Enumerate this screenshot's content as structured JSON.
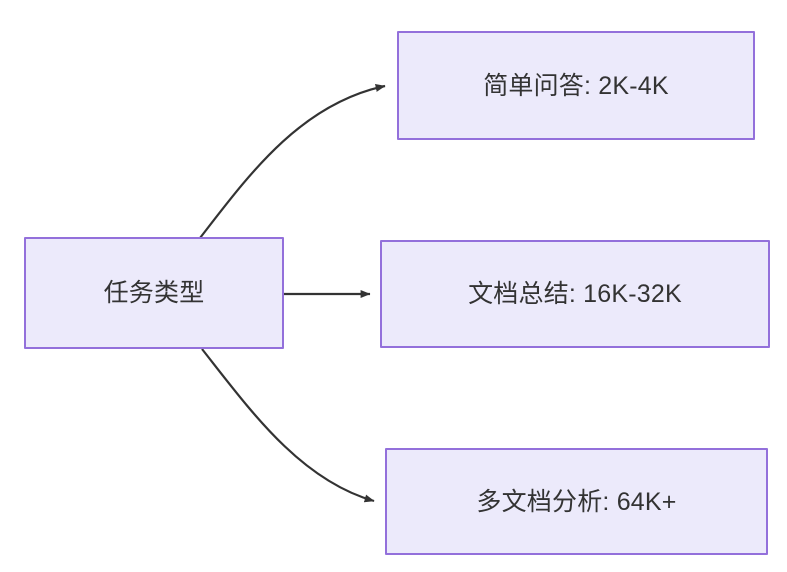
{
  "diagram": {
    "type": "flowchart",
    "direction": "left-to-right",
    "background_color": "#FFFFFF",
    "node_fill_color": "#ECEAFB",
    "node_border_color": "#9370DB",
    "text_color": "#333333",
    "edge_color": "#333333",
    "nodes": [
      {
        "id": "source",
        "label": "任务类型"
      },
      {
        "id": "simple-qa",
        "label": "简单问答: 2K-4K"
      },
      {
        "id": "doc-summary",
        "label": "文档总结: 16K-32K"
      },
      {
        "id": "multi-doc",
        "label": "多文档分析: 64K+"
      }
    ],
    "edges": [
      {
        "id": "edge-source-simple-qa",
        "from": "source",
        "to": "simple-qa",
        "label": "",
        "style": "curved"
      },
      {
        "id": "edge-source-doc-summary",
        "from": "source",
        "to": "doc-summary",
        "label": "",
        "style": "straight"
      },
      {
        "id": "edge-source-multi-doc",
        "from": "source",
        "to": "multi-doc",
        "label": "",
        "style": "curved"
      }
    ]
  }
}
